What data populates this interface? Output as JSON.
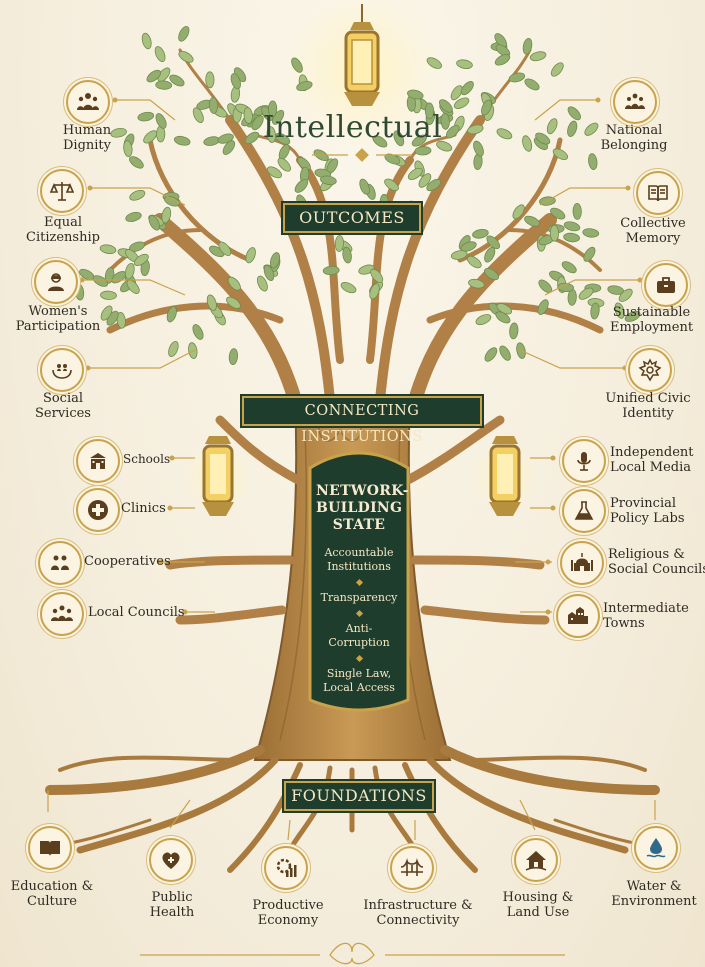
{
  "title": "Intellectual",
  "banners": {
    "outcomes": "OUTCOMES",
    "connecting": "CONNECTING INSTITUTIONS",
    "foundations": "FOUNDATIONS"
  },
  "core": {
    "heading": "NETWORK-BUILDING STATE",
    "items": [
      "Accountable Institutions",
      "Transparency",
      "Anti-Corruption",
      "Single Law, Local Access"
    ]
  },
  "outcomes_left": [
    {
      "label": "Human Dignity",
      "icon": "people-group-icon"
    },
    {
      "label": "Equal Citizenship",
      "icon": "scales-icon"
    },
    {
      "label": "Women's Participation",
      "icon": "woman-icon"
    },
    {
      "label": "Social Services",
      "icon": "hands-people-icon"
    }
  ],
  "outcomes_right": [
    {
      "label": "National Belonging",
      "icon": "crowd-icon"
    },
    {
      "label": "Collective Memory",
      "icon": "book-icon"
    },
    {
      "label": "Sustainable Employment",
      "icon": "briefcase-icon"
    },
    {
      "label": "Unified Civic Identity",
      "icon": "emblem-icon"
    }
  ],
  "institutions_left": [
    {
      "label": "Schools",
      "icon": "school-icon"
    },
    {
      "label": "Clinics",
      "icon": "medical-cross-icon"
    },
    {
      "label": "Cooperatives",
      "icon": "handshake-icon"
    },
    {
      "label": "Local Councils",
      "icon": "council-icon"
    }
  ],
  "institutions_right": [
    {
      "label": "Independent Local Media",
      "icon": "microphone-icon"
    },
    {
      "label": "Provincial Policy Labs",
      "icon": "flask-icon"
    },
    {
      "label": "Religious & Social Councils",
      "icon": "mosque-icon"
    },
    {
      "label": "Intermediate Towns",
      "icon": "town-icon"
    }
  ],
  "foundations": [
    {
      "label": "Education & Culture",
      "icon": "open-book-icon"
    },
    {
      "label": "Public Health",
      "icon": "heart-cross-icon"
    },
    {
      "label": "Productive Economy",
      "icon": "gear-chart-icon"
    },
    {
      "label": "Infrastructure & Connectivity",
      "icon": "bridge-icon"
    },
    {
      "label": "Housing & Land Use",
      "icon": "house-icon"
    },
    {
      "label": "Water & Environment",
      "icon": "water-drop-icon"
    }
  ],
  "colors": {
    "green": "#1f3d2c",
    "gold": "#c9a24a",
    "bark": "#b8894a",
    "leaf": "#93ad6e",
    "background": "#f7f1e3"
  }
}
